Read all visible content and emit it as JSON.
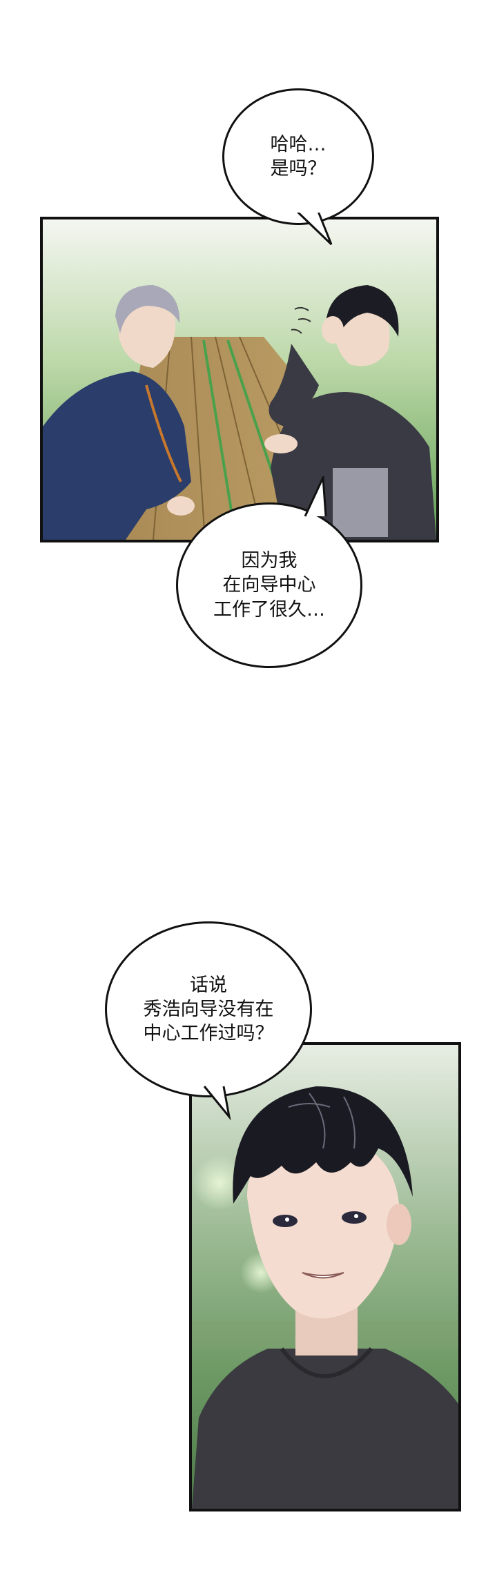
{
  "bubbles": [
    {
      "id": "b1",
      "text": "哈哈…\n是吗？"
    },
    {
      "id": "b2",
      "text": "因为我\n在向导中心\n工作了很久…"
    },
    {
      "id": "b3",
      "text": "话说\n秀浩向导没有在\n中心工作过吗？"
    }
  ],
  "panels": [
    {
      "id": "p1",
      "scene": "two-men-at-wooden-picnic-table"
    },
    {
      "id": "p2",
      "scene": "dark-haired-man-in-hoodie-closeup"
    }
  ]
}
